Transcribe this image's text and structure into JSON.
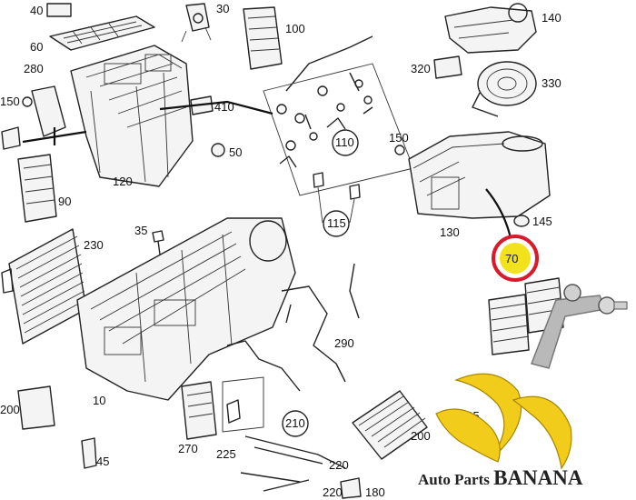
{
  "labels": {
    "p40": "40",
    "p30": "30",
    "p60": "60",
    "p100": "100",
    "p140": "140",
    "p280": "280",
    "p320": "320",
    "p330": "330",
    "p150a": "150",
    "p410": "410",
    "p150b": "150",
    "p50": "50",
    "p110": "110",
    "p120": "120",
    "p90": "90",
    "p35": "35",
    "p230": "230",
    "p115": "115",
    "p145": "145",
    "p130": "130",
    "p70": "70",
    "p290": "290",
    "p200a": "200",
    "p10": "10",
    "p205": "205",
    "p210": "210",
    "p270": "270",
    "p225": "225",
    "p200b": "200",
    "p45": "45",
    "p220a": "220",
    "p220b": "220",
    "p180": "180"
  },
  "highlight": {
    "ring_color": "#d91a2a",
    "fill_color": "#f2e21b"
  },
  "watermark": {
    "prefix": "Auto Parts ",
    "brand": "BANANA",
    "colors": {
      "text": "#222222",
      "banana": "#f2cc1a",
      "arm": "#b9b9b9"
    }
  }
}
